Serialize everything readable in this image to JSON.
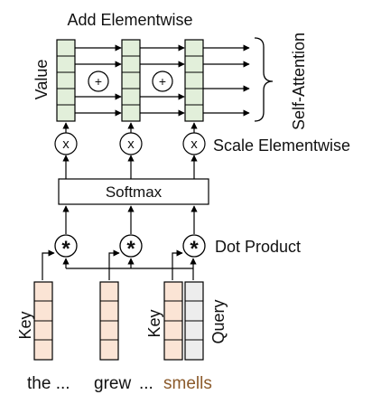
{
  "labels": {
    "add_elementwise": "Add Elementwise",
    "value": "Value",
    "self_attention": "Self-Attention",
    "scale_elementwise": "Scale Elementwise",
    "softmax": "Softmax",
    "dot_product": "Dot Product",
    "key_left": "Key",
    "key_right": "Key",
    "query": "Query"
  },
  "operators": {
    "plus": "+",
    "times": "x",
    "star": "*"
  },
  "words": {
    "the": "the ...",
    "grew": "grew",
    "dots": "...",
    "smells": "smells"
  },
  "colors": {
    "value_fill": "#e2efda",
    "key_fill": "#fbe4d5",
    "query_fill": "#ededed",
    "smells_text": "#8b5a2b",
    "stroke": "#000000"
  }
}
